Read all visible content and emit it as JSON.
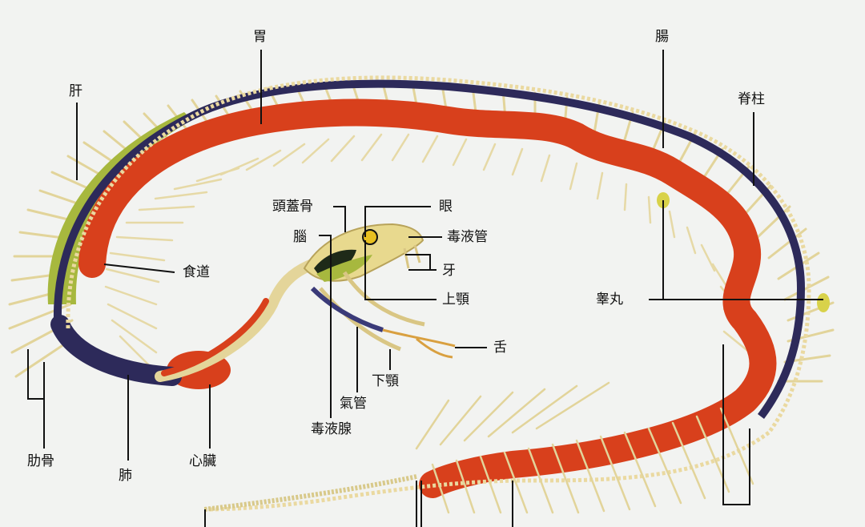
{
  "labels": {
    "stomach": "胃",
    "intestine": "腸",
    "liver": "肝",
    "spine": "脊柱",
    "skull": "頭蓋骨",
    "eye": "眼",
    "brain": "腦",
    "venom_duct": "毒液管",
    "esophagus": "食道",
    "fang": "牙",
    "upper_jaw": "上顎",
    "testis": "睾丸",
    "tongue": "舌",
    "lower_jaw": "下顎",
    "trachea": "氣管",
    "venom_gland": "毒液腺",
    "ribs": "肋骨",
    "lung": "肺",
    "heart": "心臟"
  },
  "colors": {
    "background": "#f2f3f1",
    "gut": "#d8401c",
    "spine": "#2d2a5a",
    "bone": "#e4d59a",
    "liver": "#a7b83e",
    "leader_line": "#111111"
  }
}
